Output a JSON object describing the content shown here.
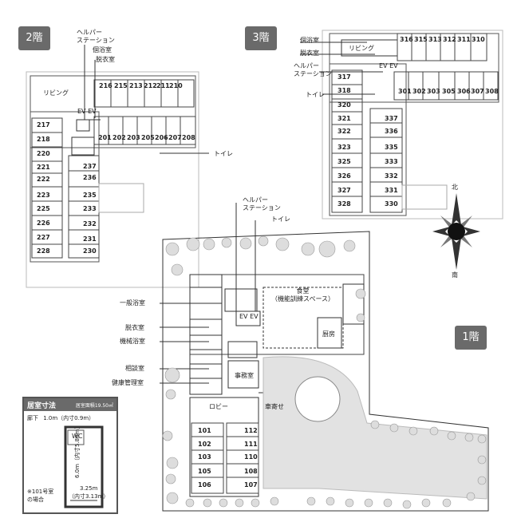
{
  "floors": {
    "f2": {
      "badge": "2階"
    },
    "f3": {
      "badge": "3階"
    },
    "f1": {
      "badge": "1階"
    }
  },
  "floor2": {
    "labels": {
      "helper": "ヘルパー\nステーション",
      "bath_private": "個浴室",
      "dressing": "脱衣室",
      "living": "リビング",
      "ev": "EV EV",
      "toilet": "トイレ"
    },
    "rooms_top": [
      "216",
      "215",
      "213",
      "212",
      "211",
      "210"
    ],
    "rooms_mid": [
      "201",
      "202",
      "203",
      "205",
      "206",
      "207",
      "208"
    ],
    "rooms_left": [
      "217",
      "218",
      "220",
      "221",
      "222",
      "223",
      "225",
      "226",
      "227",
      "228"
    ],
    "rooms_right": [
      "237",
      "236",
      "235",
      "233",
      "232",
      "231",
      "230"
    ]
  },
  "floor3": {
    "labels": {
      "bath_private": "個浴室",
      "dressing": "脱衣室",
      "living": "リビング",
      "helper": "ヘルパー\nステーション",
      "ev": "EV EV",
      "toilet": "トイレ"
    },
    "rooms_top": [
      "316",
      "315",
      "313",
      "312",
      "311",
      "310"
    ],
    "rooms_mid": [
      "301",
      "302",
      "303",
      "305",
      "306",
      "307",
      "308"
    ],
    "rooms_left": [
      "317",
      "318",
      "320",
      "321",
      "322",
      "323",
      "325",
      "326",
      "327",
      "328"
    ],
    "rooms_right": [
      "337",
      "336",
      "335",
      "333",
      "332",
      "331",
      "330"
    ]
  },
  "floor1": {
    "labels": {
      "helper": "ヘルパー\nステーション",
      "toilet": "トイレ",
      "dining": "食堂\n（機能訓練スペース）",
      "general_bath": "一般浴室",
      "dressing": "脱衣室",
      "machine_bath": "機械浴室",
      "consult": "相談室",
      "health": "健康管理室",
      "ev": "EV EV",
      "kitchen": "厨房",
      "office": "事務室",
      "lobby": "ロビー",
      "porch": "車寄せ"
    },
    "rooms_left": [
      "101",
      "102",
      "103",
      "105",
      "106"
    ],
    "rooms_right": [
      "112",
      "111",
      "110",
      "108",
      "107"
    ]
  },
  "compass": {
    "north": "北",
    "south": "南"
  },
  "room_size": {
    "title": "居室寸法",
    "area": "居室面積19.50㎡",
    "corridor": "廊下",
    "corridor_dim": "1.0m（内寸0.9m）",
    "wc": "WC",
    "depth": "6.0m（内寸5.88m）",
    "width": "3.25m\n（内寸3.13m）",
    "note": "※101号室\nの場合"
  }
}
